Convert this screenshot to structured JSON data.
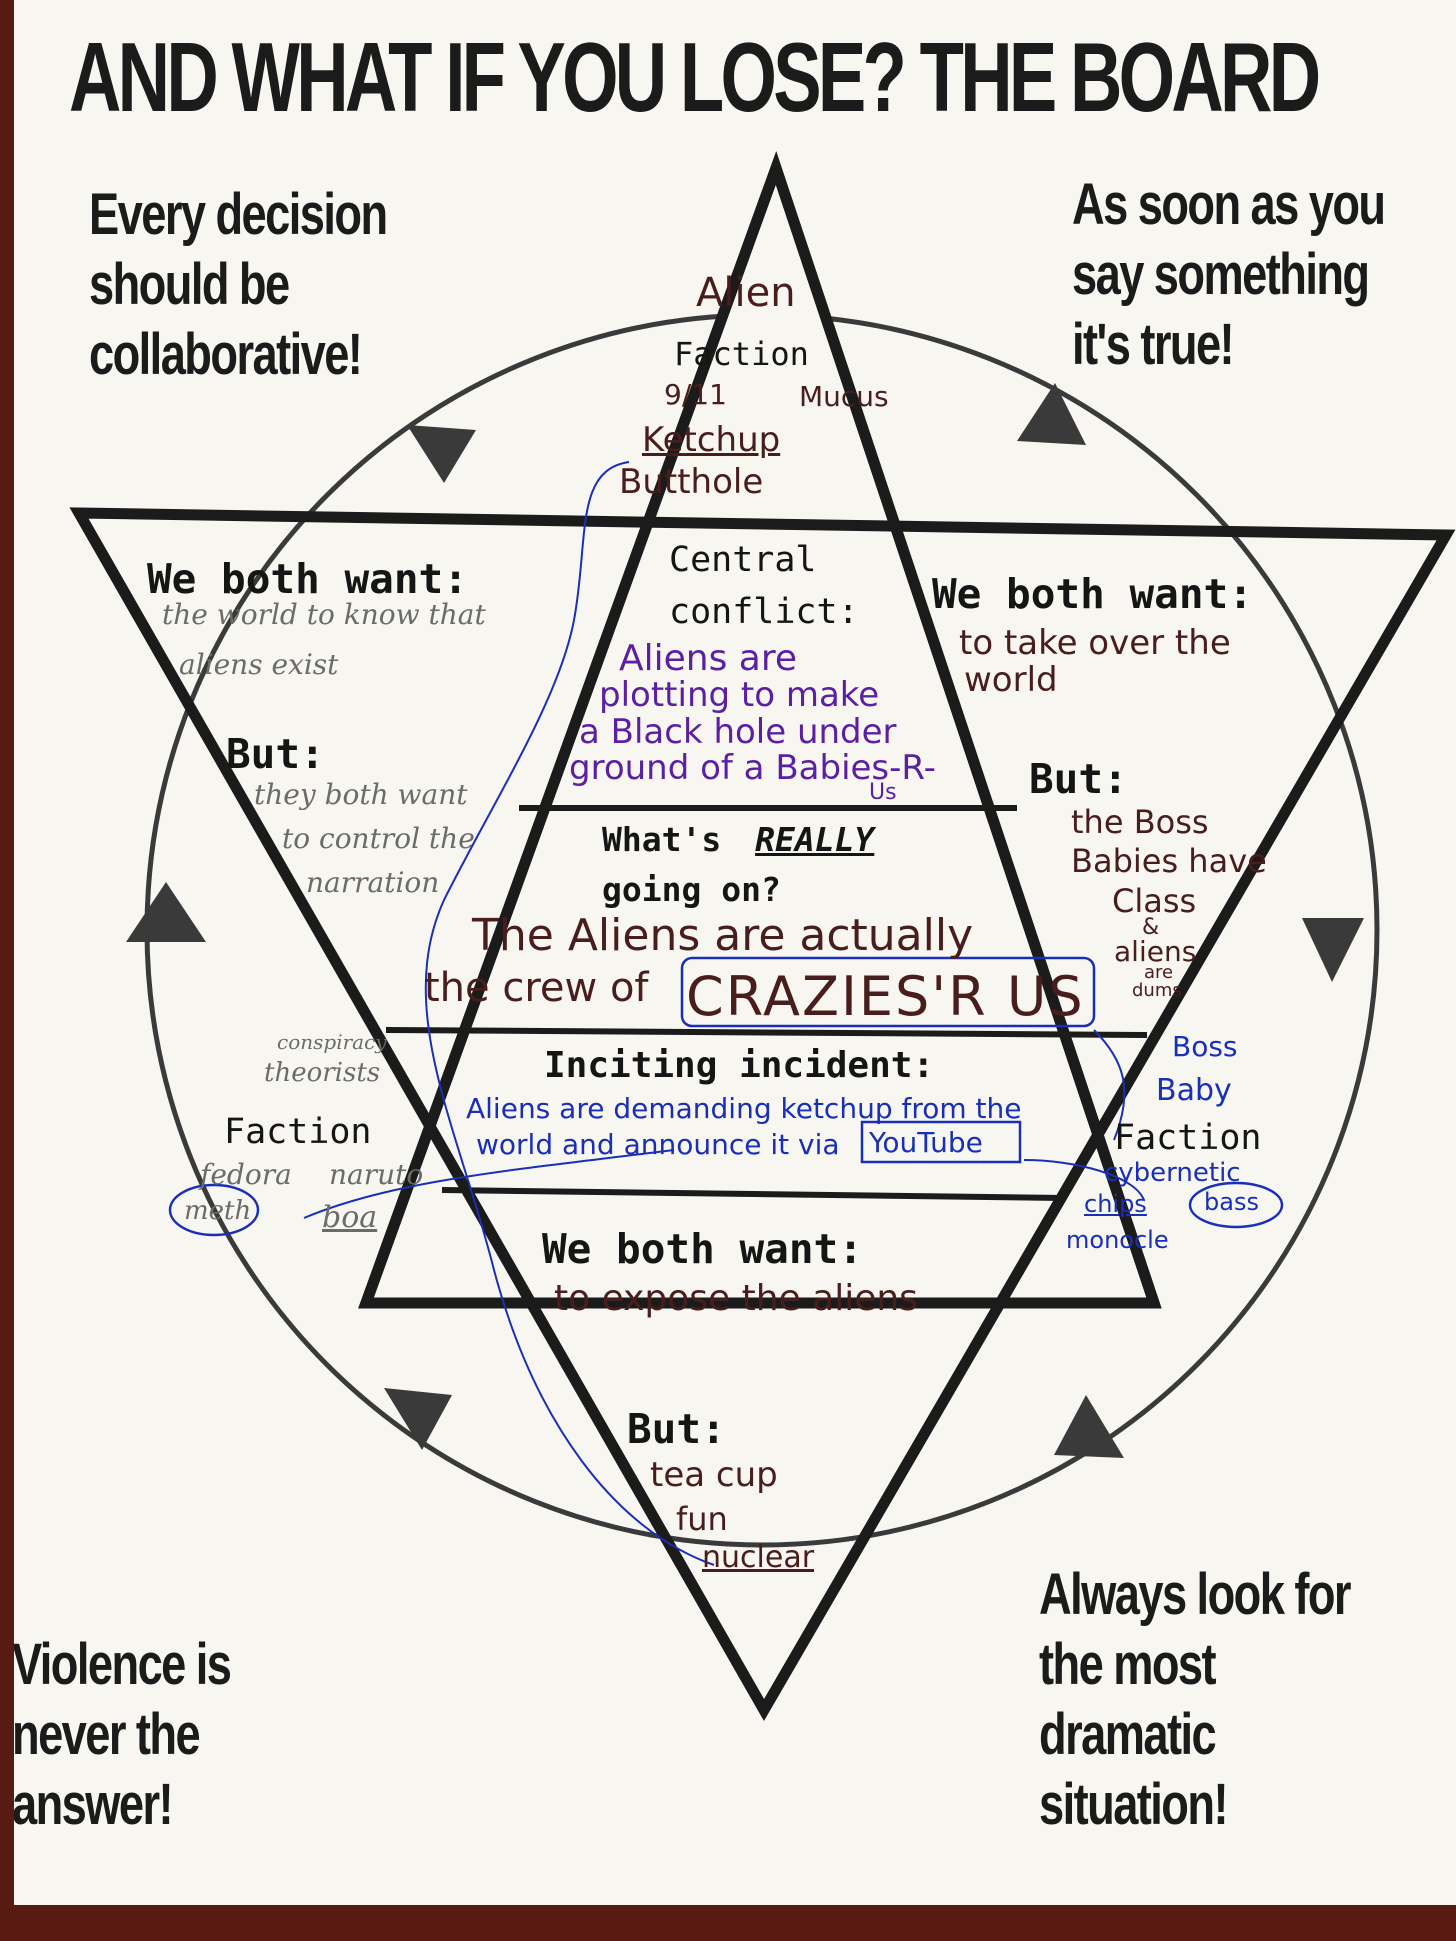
{
  "title": "AND WHAT IF YOU LOSE? THE BOARD",
  "rules": {
    "top_left": [
      "Every decision",
      "should be",
      "collaborative!"
    ],
    "top_right": [
      "As soon as you",
      "say something",
      "it's true!"
    ],
    "bottom_left": [
      "Violence is",
      "never the",
      "answer!"
    ],
    "bottom_right": [
      "Always look for",
      "the most",
      "dramatic",
      "situation!"
    ]
  },
  "top_faction": {
    "label": "Faction",
    "notes": [
      "Alien",
      "9/11",
      "Mucus",
      "Ketchup",
      "Butthole"
    ]
  },
  "left_want": {
    "label": "We both want:",
    "answer": [
      "the world to know that",
      "aliens exist"
    ],
    "but_label": "But:",
    "but_answer": [
      "they both want",
      "to control the",
      "narration"
    ]
  },
  "right_want": {
    "label": "We both want:",
    "answer": [
      "to take over the",
      "world"
    ],
    "but_label": "But:",
    "but_answer": [
      "the Boss",
      "Babies have",
      "Class",
      "&",
      "aliens",
      "are",
      "dums"
    ]
  },
  "central": {
    "conflict_label": [
      "Central",
      "conflict:"
    ],
    "conflict_answer": [
      "Aliens are",
      "plotting to make",
      "a Black hole under",
      "ground of a Babies-R-",
      "Us"
    ],
    "really_label_pre": "What's",
    "really_label_em": "REALLY",
    "really_label_post": "going on?",
    "really_answer": [
      "The Aliens are actually",
      "the crew of"
    ],
    "really_box": "CRAZIES'R US",
    "inciting_label": "Inciting incident:",
    "inciting_answer": [
      "Aliens are demanding ketchup from the",
      "world and announce it via"
    ],
    "inciting_box": "YouTube"
  },
  "left_faction": {
    "label": "Faction",
    "notes": [
      "conspiracy",
      "theorists",
      "fedora",
      "naruto",
      "meth",
      "boa"
    ]
  },
  "right_faction": {
    "label": "Faction",
    "notes": [
      "Boss",
      "Baby",
      "cybernetic",
      "chips",
      "bass",
      "monocle"
    ]
  },
  "bottom_want": {
    "label": "We both want:",
    "answer": "to expose the aliens",
    "but_label": "But:",
    "but_answer": [
      "tea cup",
      "fun",
      "nuclear"
    ]
  },
  "colors": {
    "paper": "#f7f6f1",
    "ink": "#1b1b1b",
    "brown_pen": "#4a1d1d",
    "purple_pen": "#5b1fa3",
    "blue_pen": "#1a2fb8",
    "pencil": "#6b6b6b",
    "arrow": "#3a3a3a",
    "background": "#5a1a14"
  },
  "icons": [
    "arrow-triangle-icon"
  ]
}
